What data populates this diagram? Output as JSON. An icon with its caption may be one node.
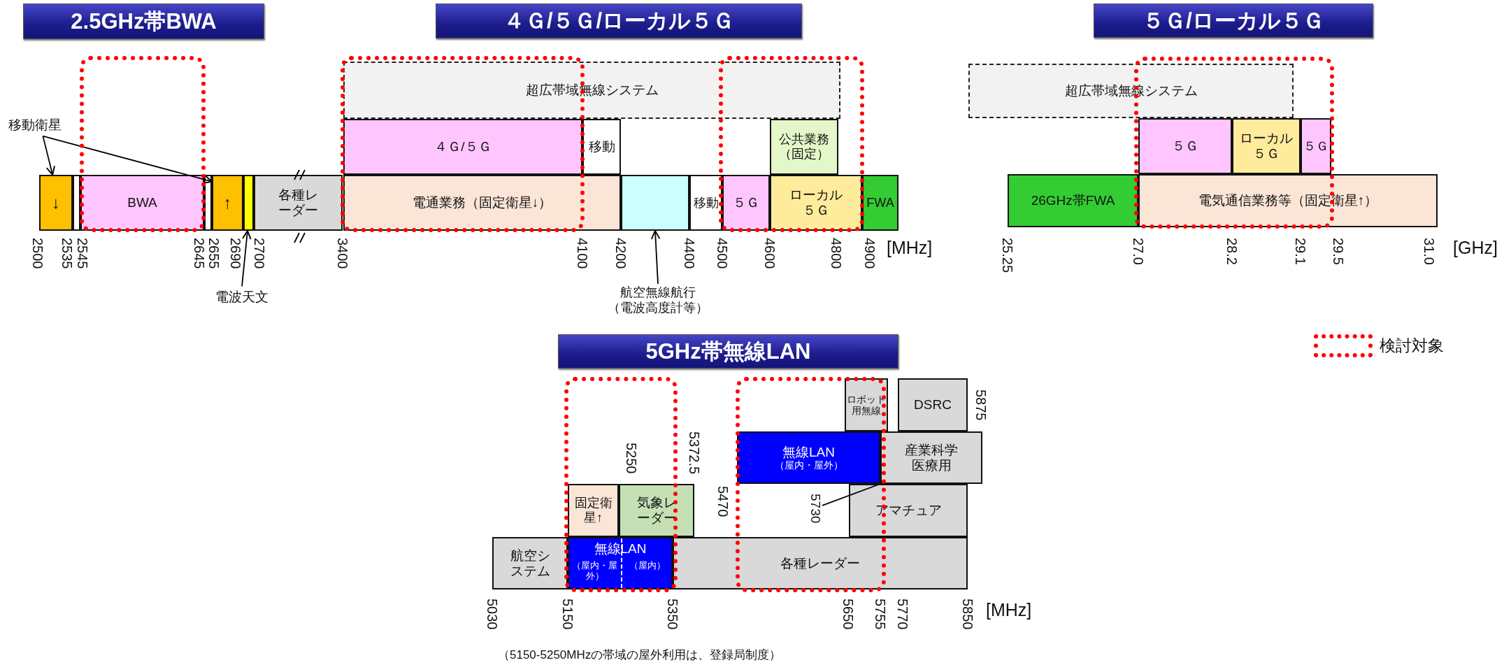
{
  "diagram": {
    "nodes": [
      {
        "text": [
          "↓"
        ]
      },
      {
        "text": [],
        "shape": "box"
      },
      {
        "text": [
          "BWA"
        ]
      },
      {
        "text": [],
        "shape": "box"
      },
      {
        "text": [
          "↑"
        ]
      },
      {
        "text": [],
        "shape": "box"
      },
      {
        "text": [
          "各種レーダー"
        ]
      },
      {
        "text": [
          "移動衛星"
        ]
      },
      {
        "text": [
          "電波天文"
        ]
      },
      {
        "text": [
          "超広帯域無線システム"
        ]
      },
      {
        "text": [
          "４Ｇ/５Ｇ"
        ]
      },
      {
        "text": [
          "移動"
        ]
      },
      {
        "text": [
          "公共業務（固定）"
        ]
      },
      {
        "text": [
          "電通業務（固定衛星↓）"
        ]
      },
      {
        "text": [],
        "shape": "box"
      },
      {
        "text": [
          "移動"
        ]
      },
      {
        "text": [
          "５Ｇ"
        ]
      },
      {
        "text": [
          "ローカル５Ｇ"
        ]
      },
      {
        "text": [
          "FWA"
        ]
      },
      {
        "text": [
          "航空無線航行（電波高度計等）"
        ]
      },
      {
        "text": [
          "超広帯域無線システム"
        ]
      },
      {
        "text": [
          "５Ｇ"
        ]
      },
      {
        "text": [
          "ローカル５Ｇ"
        ]
      },
      {
        "text": [
          "５Ｇ"
        ]
      },
      {
        "text": [
          "26GHz帯FWA"
        ]
      },
      {
        "text": [
          "電気通信業務等（固定衛星↑）"
        ]
      },
      {
        "text": [
          "ロボット用無線"
        ]
      },
      {
        "text": [
          "DSRC"
        ]
      },
      {
        "text": [
          "無線LAN",
          "（屋内・屋外）"
        ]
      },
      {
        "text": [
          "産業科学医療用"
        ]
      },
      {
        "text": [
          "固定衛星↑"
        ]
      },
      {
        "text": [
          "気象レーダー"
        ]
      },
      {
        "text": [
          "アマチュア"
        ]
      },
      {
        "text": [
          "航空システム"
        ]
      },
      {
        "text": [
          "無線LAN",
          "（屋内・屋外）",
          "（屋内）"
        ]
      },
      {
        "text": [
          "各種レーダー"
        ]
      },
      {
        "text": [
          "5730"
        ]
      }
    ],
    "edges": [
      {
        "from": 7,
        "to": 0,
        "arrow": "to"
      },
      {
        "from": 7,
        "to": 4,
        "arrow": "to"
      },
      {
        "from": 8,
        "to": 5,
        "arrow": "to"
      },
      {
        "from": 19,
        "to": 14,
        "arrow": "to"
      },
      {
        "from": 36,
        "to": 28,
        "arrow": "none"
      }
    ],
    "labels": [
      "2.5GHz帯BWA",
      "４Ｇ/５Ｇ/ローカル５Ｇ",
      "５Ｇ/ローカル５Ｇ",
      "2500",
      "2535",
      "2545",
      "2645",
      "2655",
      "2690",
      "2700",
      "3400",
      "4100",
      "4200",
      "4400",
      "4500",
      "4600",
      "4800",
      "4900",
      "[MHz]",
      "25.25",
      "27.0",
      "28.2",
      "29.1",
      "29.5",
      "31.0",
      "[GHz]",
      "5GHz帯無線LAN",
      "5875",
      "5250",
      "5372.5",
      "5470",
      "5030",
      "5150",
      "5350",
      "5650",
      "5755",
      "5770",
      "5850",
      "[MHz]",
      "（5150-5250MHzの帯域の屋外利用は、登録局制度）"
    ],
    "legend": [
      {
        "text": "検討対象"
      }
    ]
  }
}
